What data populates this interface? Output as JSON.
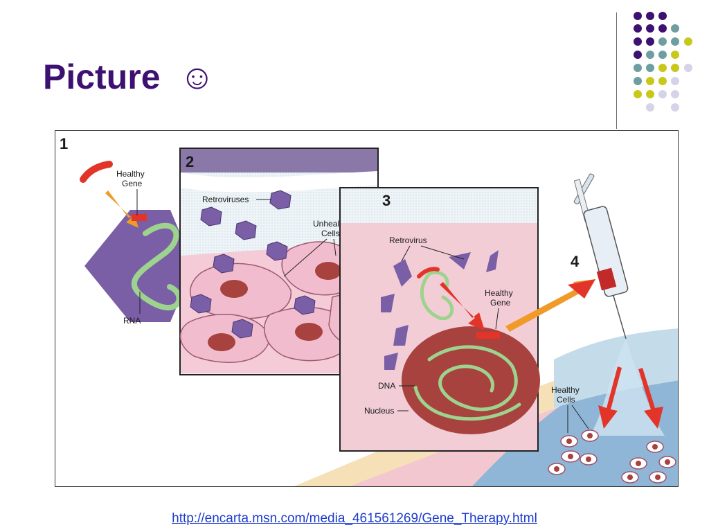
{
  "slide": {
    "title": "Picture  ☺"
  },
  "figure": {
    "panels": [
      {
        "number": "1",
        "labels": {
          "healthy_gene": [
            "Healthy",
            "Gene"
          ],
          "rna": "RNA"
        }
      },
      {
        "number": "2",
        "labels": {
          "retroviruses": "Retroviruses",
          "unhealthy_cells": [
            "Unhealthy",
            "Cells"
          ]
        }
      },
      {
        "number": "3",
        "labels": {
          "retrovirus": "Retrovirus",
          "healthy_gene": [
            "Healthy",
            "Gene"
          ],
          "dna": "DNA",
          "nucleus": "Nucleus"
        }
      },
      {
        "number": "4",
        "labels": {
          "healthy_cells": [
            "Healthy",
            "Cells"
          ]
        }
      }
    ]
  },
  "footer": {
    "source_link": "http://encarta.msn.com/media_461561269/Gene_Therapy.html"
  },
  "colors": {
    "title": "#3d1172",
    "dot_purple": "#3d1172",
    "dot_teal": "#6f9ea0",
    "dot_yellow": "#c9c81a",
    "dot_lavender": "#d6d3e8",
    "virus": "#7a5fa6",
    "cell": "#f1bccd",
    "nucleus": "#a8423e",
    "gene_green": "#9dd38f",
    "arrow_red": "#e3342a",
    "arrow_orange": "#f09a2a"
  }
}
